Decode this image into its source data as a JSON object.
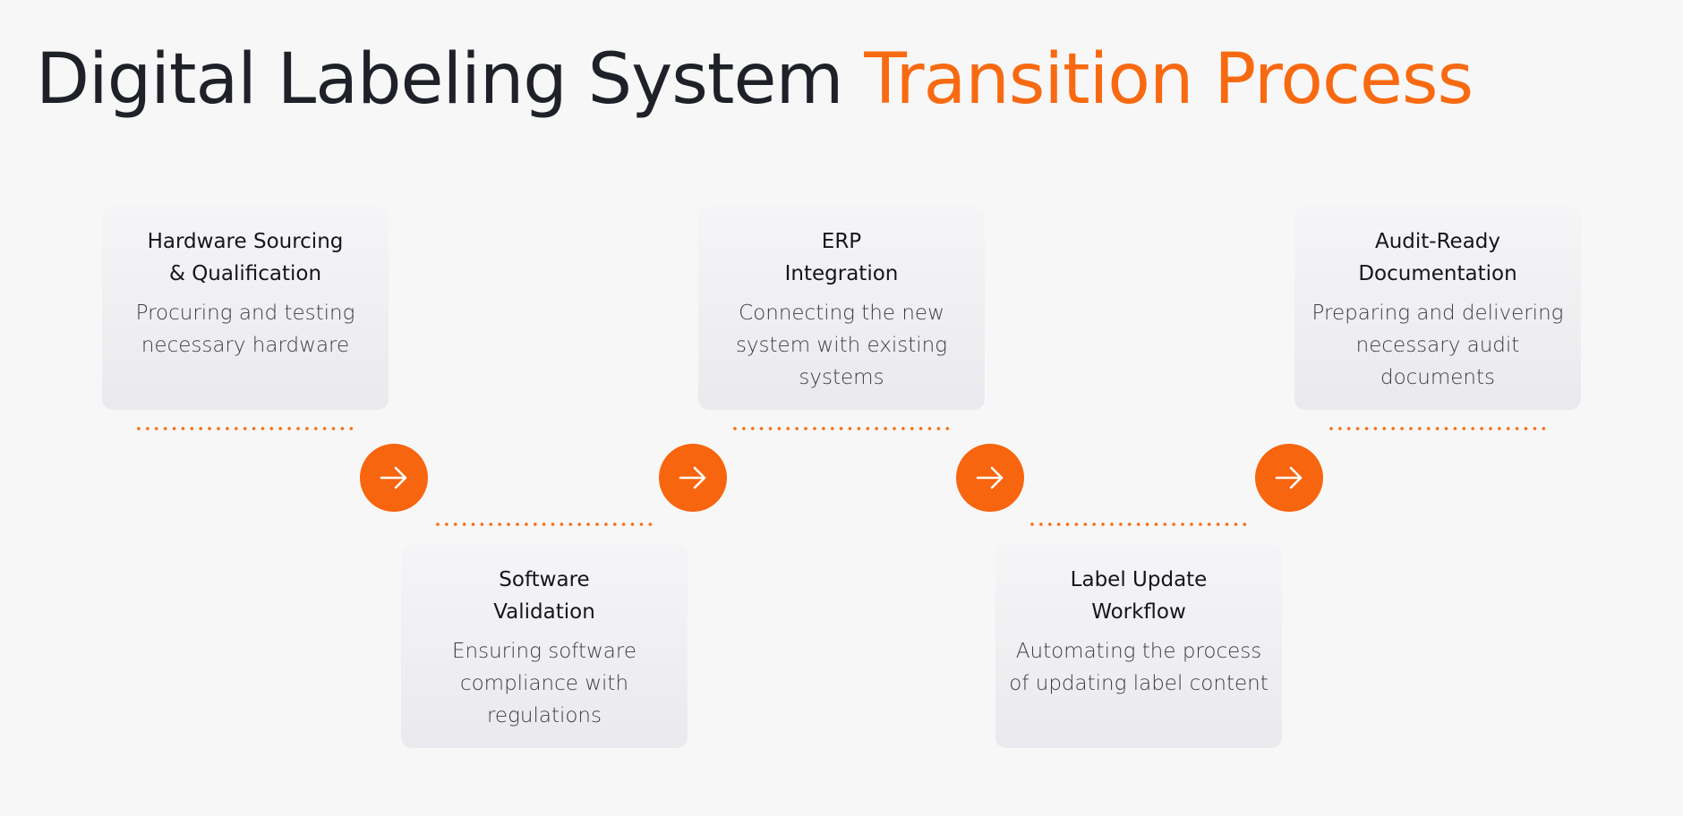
{
  "title": {
    "main": "Digital Labeling System ",
    "accent": "Transition Process"
  },
  "colors": {
    "accent": "#f86a12",
    "title_text": "#1f2128",
    "background": "#f7f7f7"
  },
  "steps": [
    {
      "title": "Hardware Sourcing\n& Qualification",
      "description": "Procuring and testing necessary hardware"
    },
    {
      "title": "Software\nValidation",
      "description": "Ensuring software compliance with regulations"
    },
    {
      "title": "ERP\nIntegration",
      "description": "Connecting the new system with existing systems"
    },
    {
      "title": "Label Update\nWorkflow",
      "description": "Automating the process of updating label content"
    },
    {
      "title": "Audit-Ready\nDocumentation",
      "description": "Preparing and delivering necessary audit documents"
    }
  ],
  "connector_icon": "arrow-right-icon"
}
